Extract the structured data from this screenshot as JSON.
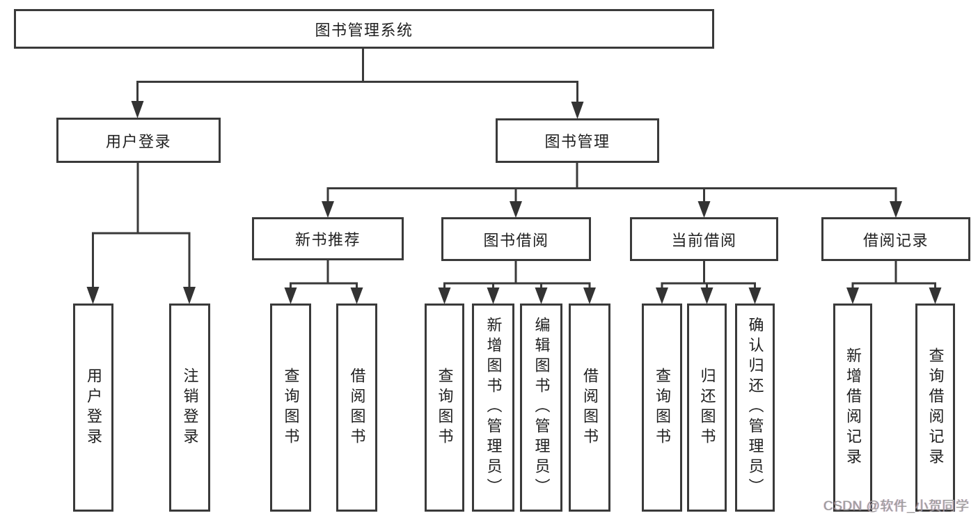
{
  "diagram": {
    "title_node": {
      "label": "图书管理系统"
    },
    "level2": [
      {
        "id": "user-login",
        "label": "用户登录",
        "parent": "图书管理系统"
      },
      {
        "id": "book-management",
        "label": "图书管理",
        "parent": "图书管理系统"
      }
    ],
    "level3": [
      {
        "id": "new-book-recommend",
        "label": "新书推荐",
        "parent": "图书管理"
      },
      {
        "id": "book-borrow",
        "label": "图书借阅",
        "parent": "图书管理"
      },
      {
        "id": "current-borrow",
        "label": "当前借阅",
        "parent": "图书管理"
      },
      {
        "id": "borrow-records",
        "label": "借阅记录",
        "parent": "图书管理"
      }
    ],
    "leaves": [
      {
        "id": "user-login-action",
        "label": "用户登录",
        "parent": "用户登录"
      },
      {
        "id": "logout-action",
        "label": "注销登录",
        "parent": "用户登录"
      },
      {
        "id": "query-books-recommend",
        "label": "查询图书",
        "parent": "新书推荐"
      },
      {
        "id": "borrow-books-recommend",
        "label": "借阅图书",
        "parent": "新书推荐"
      },
      {
        "id": "query-books-borrow",
        "label": "查询图书",
        "parent": "图书借阅"
      },
      {
        "id": "add-books-admin",
        "label": "新增图书（管理员）",
        "parent": "图书借阅"
      },
      {
        "id": "edit-books-admin",
        "label": "编辑图书（管理员）",
        "parent": "图书借阅"
      },
      {
        "id": "borrow-books",
        "label": "借阅图书",
        "parent": "图书借阅"
      },
      {
        "id": "query-books-current",
        "label": "查询图书",
        "parent": "当前借阅"
      },
      {
        "id": "return-books",
        "label": "归还图书",
        "parent": "当前借阅"
      },
      {
        "id": "confirm-return-admin",
        "label": "确认归还（管理员）",
        "parent": "当前借阅"
      },
      {
        "id": "add-borrow-record",
        "label": "新增借阅记录",
        "parent": "借阅记录"
      },
      {
        "id": "query-borrow-record",
        "label": "查询借阅记录",
        "parent": "借阅记录"
      }
    ]
  },
  "watermark": {
    "text": "CSDN @软件_小贺同学"
  },
  "colors": {
    "line": "#3a3a3a",
    "node_border": "#3a3a3a",
    "node_background": "#ffffff",
    "text": "#1f1f1f",
    "background": "#ffffff",
    "watermark": "#9b9b9b"
  }
}
